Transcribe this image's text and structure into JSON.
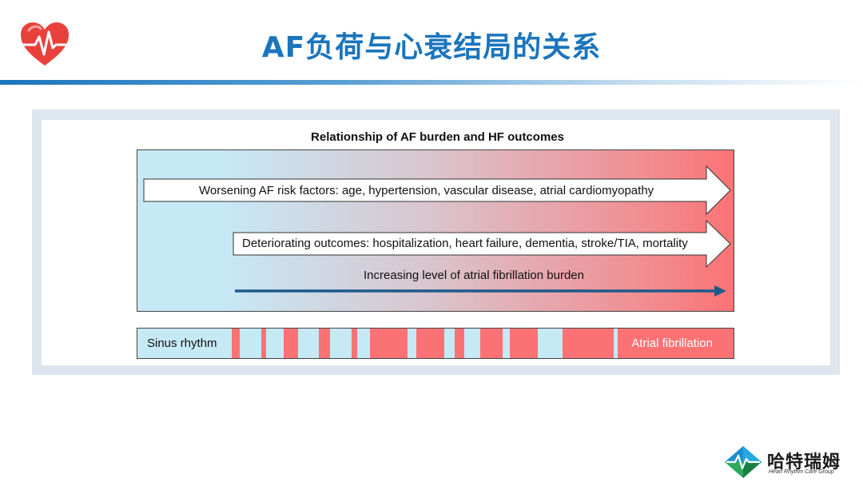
{
  "slide": {
    "title": "AF负荷与心衰结局的关系"
  },
  "figure": {
    "title": "Relationship of AF burden and HF outcomes",
    "arrow1_text": "Worsening AF risk factors: age, hypertension, vascular disease, atrial cardiomyopathy",
    "arrow2_text": "Deteriorating outcomes: hospitalization, heart failure, dementia, stroke/TIA, mortality",
    "arrow3_text": "Increasing level of atrial fibrillation burden",
    "rhythm_left_label": "Sinus rhythm",
    "rhythm_right_label": "Atrial fibrillation"
  },
  "brand": {
    "name": "哈特瑞姆",
    "subtitle": "Heart Rhythm Care Group"
  },
  "colors": {
    "title": "#1b75bc",
    "sinus": "#c6e9f6",
    "af": "#fb7275",
    "arrow_dark": "#1d5a8a"
  },
  "icons": [
    "heart-ecg-icon",
    "brand-logo-icon"
  ]
}
